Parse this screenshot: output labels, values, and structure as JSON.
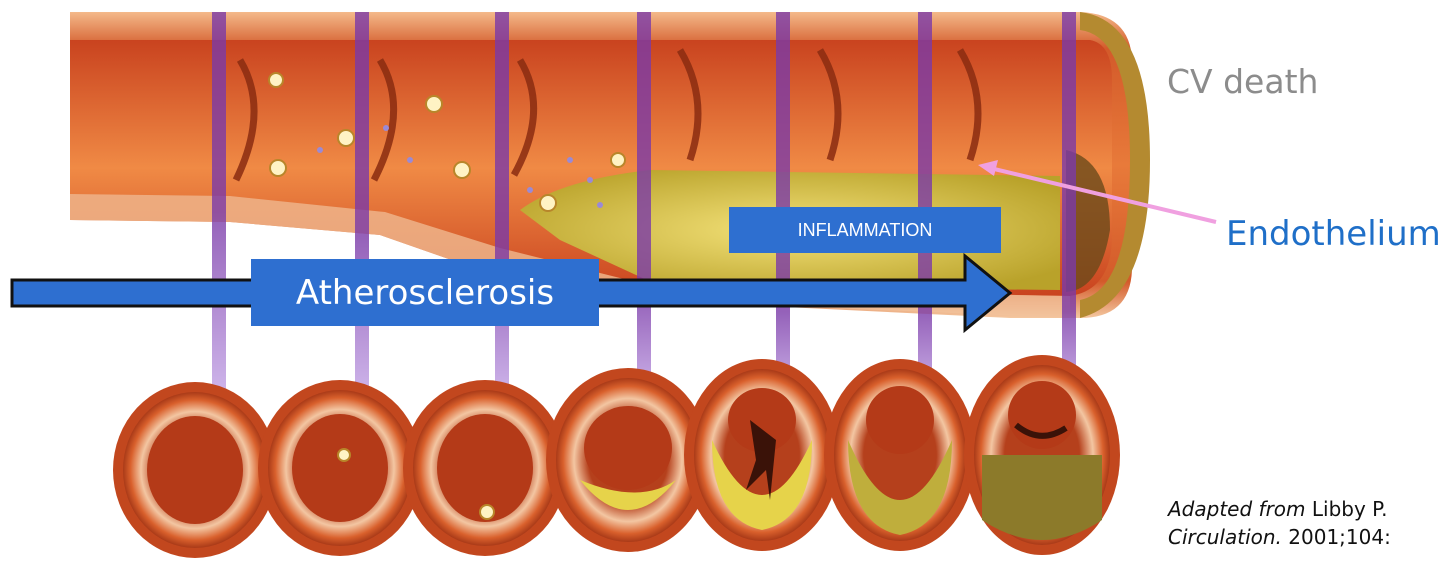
{
  "labels": {
    "cv_death": "CV death",
    "endothelium": "Endothelium",
    "inflammation": "INFLAMMATION",
    "atherosclerosis": "Atherosclerosis"
  },
  "citation": {
    "line1_italic": "Adapted from",
    "line1_rest": " Libby P.",
    "line2_italic": "Circulation.",
    "line2_rest": " 2001;104:"
  },
  "colors": {
    "accent_blue": "#2e6fd0",
    "label_blue": "#1f6fc8",
    "label_gray": "#8c8c8c",
    "vessel_wall": "#e0733a",
    "vessel_lumen": "#d9552a",
    "plaque": "#e6d34a",
    "separator_purple": "#8a5bc0",
    "pointer_pink": "#f0a0e0"
  }
}
